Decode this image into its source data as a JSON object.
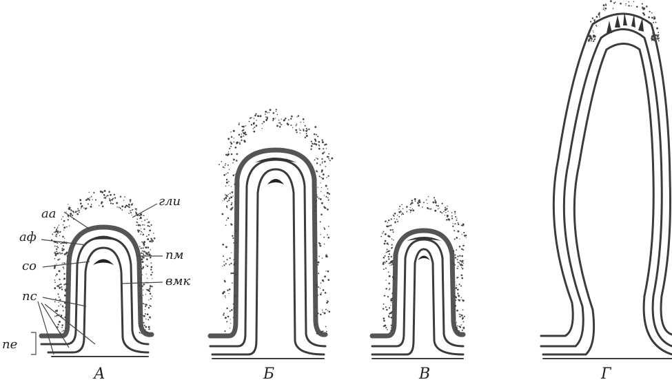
{
  "labels": {
    "aa": "аа",
    "af": "аф",
    "so": "со",
    "ps": "пс",
    "pe": "пе",
    "gli": "гли",
    "pm": "пм",
    "vmk": "вмк"
  },
  "panels": {
    "a": "А",
    "b": "Б",
    "v": "В",
    "g": "Г"
  }
}
